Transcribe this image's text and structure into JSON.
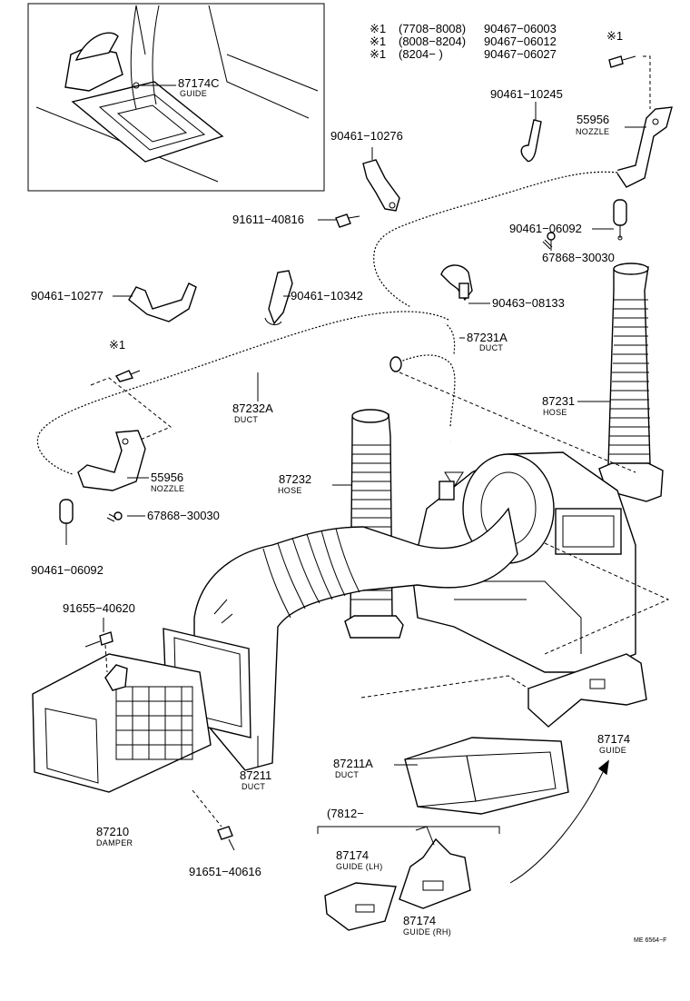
{
  "inset": {
    "part_no": "87174C",
    "name": "GUIDE"
  },
  "notes": {
    "mark": "※1",
    "rows": [
      {
        "range": "(7708−8008)",
        "part_no": "90467−06003"
      },
      {
        "range": "(8008−8204)",
        "part_no": "90467−06012"
      },
      {
        "range": "(8204−        )",
        "part_no": "90467−06027"
      }
    ]
  },
  "callouts": {
    "c_90461_10245": {
      "part_no": "90461−10245",
      "name": ""
    },
    "c_55956_top": {
      "part_no": "55956",
      "name": "NOZZLE"
    },
    "c_90461_10276": {
      "part_no": "90461−10276",
      "name": ""
    },
    "c_91611_40816": {
      "part_no": "91611−40816",
      "name": ""
    },
    "c_90461_06092_top": {
      "part_no": "90461−06092",
      "name": ""
    },
    "c_67868_top": {
      "part_no": "67868−30030",
      "name": ""
    },
    "c_90461_10277": {
      "part_no": "90461−10277",
      "name": ""
    },
    "c_90461_10342": {
      "part_no": "90461−10342",
      "name": ""
    },
    "c_90463_08133": {
      "part_no": "90463−08133",
      "name": ""
    },
    "c_87231A": {
      "part_no": "87231A",
      "name": "DUCT"
    },
    "c_87232A": {
      "part_no": "87232A",
      "name": "DUCT"
    },
    "c_87231": {
      "part_no": "87231",
      "name": "HOSE"
    },
    "c_55956_left": {
      "part_no": "55956",
      "name": "NOZZLE"
    },
    "c_87232": {
      "part_no": "87232",
      "name": "HOSE"
    },
    "c_67868_left": {
      "part_no": "67868−30030",
      "name": ""
    },
    "c_90461_06092_left": {
      "part_no": "90461−06092",
      "name": ""
    },
    "c_91655_40620": {
      "part_no": "91655−40620",
      "name": ""
    },
    "c_87174": {
      "part_no": "87174",
      "name": "GUIDE"
    },
    "c_87211A": {
      "part_no": "87211A",
      "name": "DUCT"
    },
    "c_87211": {
      "part_no": "87211",
      "name": "DUCT"
    },
    "c_87210": {
      "part_no": "87210",
      "name": "DAMPER"
    },
    "c_91651_40616": {
      "part_no": "91651−40616",
      "name": ""
    },
    "c_7812": {
      "part_no": "(7812−",
      "name": ""
    },
    "c_87174_lh": {
      "part_no": "87174",
      "name": "GUIDE (LH)"
    },
    "c_87174_rh": {
      "part_no": "87174",
      "name": "GUIDE (RH)"
    }
  },
  "mark_left": "※1",
  "mark_top": "※1",
  "drawing_id": "ME 6564−F"
}
